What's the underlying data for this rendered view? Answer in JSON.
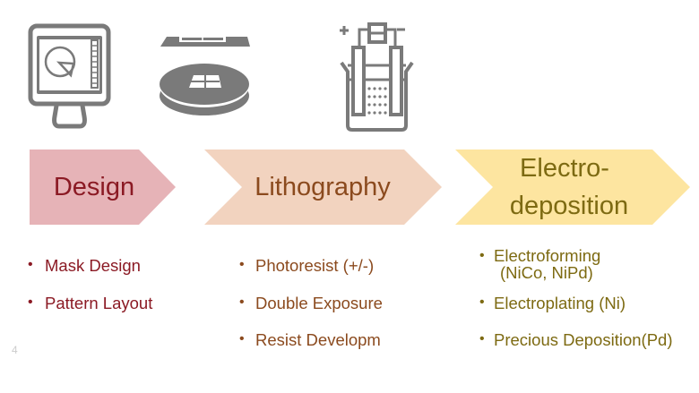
{
  "colors": {
    "icon": "#7a7a7a",
    "design_fill": "#e6b3b7",
    "litho_fill": "#f2d3bf",
    "electro_fill": "#fde5a0",
    "design_text": "#8b1a24",
    "litho_text": "#8b4a1e",
    "electro_text": "#7d6a12"
  },
  "stages": [
    {
      "icon": "computer-monitor-icon",
      "title": "Design",
      "bullets": [
        "Mask Design",
        "Pattern Layout"
      ]
    },
    {
      "icon": "wafer-mask-icon",
      "title": "Lithography",
      "bullets": [
        "Photoresist (+/-)",
        "Double Exposure",
        "Resist Developm"
      ]
    },
    {
      "icon": "electroplating-bath-icon",
      "title_line1": "Electro-",
      "title_line2": "deposition",
      "bullets": [
        "Electroforming",
        "(NiCo, NiPd)",
        "Electroplating (Ni)",
        "Precious Deposition(Pd)"
      ]
    }
  ],
  "bullet_char": "•",
  "slide_number": "4"
}
